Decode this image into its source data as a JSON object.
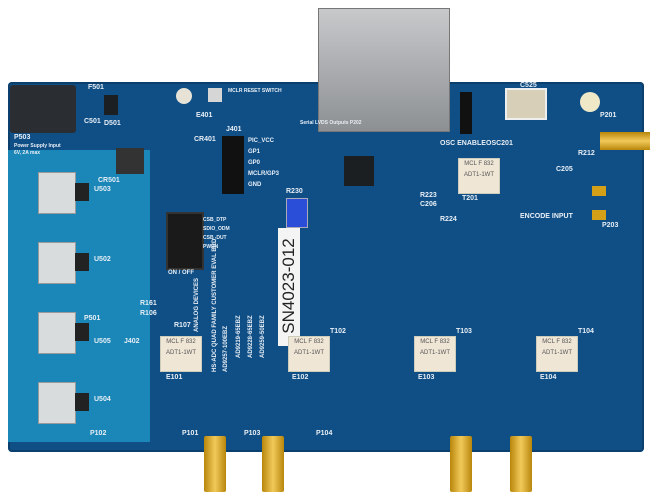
{
  "board": {
    "serial": "SN4023-012",
    "brand": "ANALOG DEVICES",
    "family": "HS-ADC QUAD FAMILY CUSTOMER EVAL BRD.",
    "models": [
      "AD9257-100EBZ",
      "AD9219-65EBZ",
      "AD9228-65EBZ",
      "AD9259-50EBZ"
    ],
    "power_input": "P503",
    "power_label": "Power Supply Input",
    "power_spec": "6V, 2A max",
    "header_labels": [
      "PIC_VCC",
      "GP1",
      "GP0",
      "MCLR/GP3",
      "GND"
    ],
    "header_name": "J401",
    "switch_labels": [
      "CSB_DTP",
      "SDIO_ODM",
      "CSB_DUT",
      "PWDN"
    ],
    "switch_state": "ON / OFF",
    "mclr": "MCLR RESET SWITCH",
    "osc_enable": "OSC ENABLE",
    "osc_name": "OSC201",
    "osc_cap": "C525",
    "encode_input": "ENCODE INPUT",
    "serial_lvds": "Serial LVDS Outputs P202",
    "ports": [
      "P101",
      "P102",
      "P103",
      "P104",
      "P201",
      "P203",
      "P501"
    ],
    "transformer_text": "MCL F 832 ADT1-1WT",
    "refs": [
      "F501",
      "D501",
      "C501",
      "CR501",
      "U503",
      "U502",
      "U505",
      "U504",
      "E401",
      "CR401",
      "R161",
      "R106",
      "R107",
      "J402",
      "E101",
      "E102",
      "E103",
      "E104",
      "T201",
      "T102",
      "T103",
      "T104",
      "R230",
      "R212",
      "C205",
      "R223",
      "C206",
      "R224"
    ]
  },
  "colors": {
    "pcb": "#0f4f86",
    "teal": "#1a87b8",
    "gold": "#d4a017"
  }
}
